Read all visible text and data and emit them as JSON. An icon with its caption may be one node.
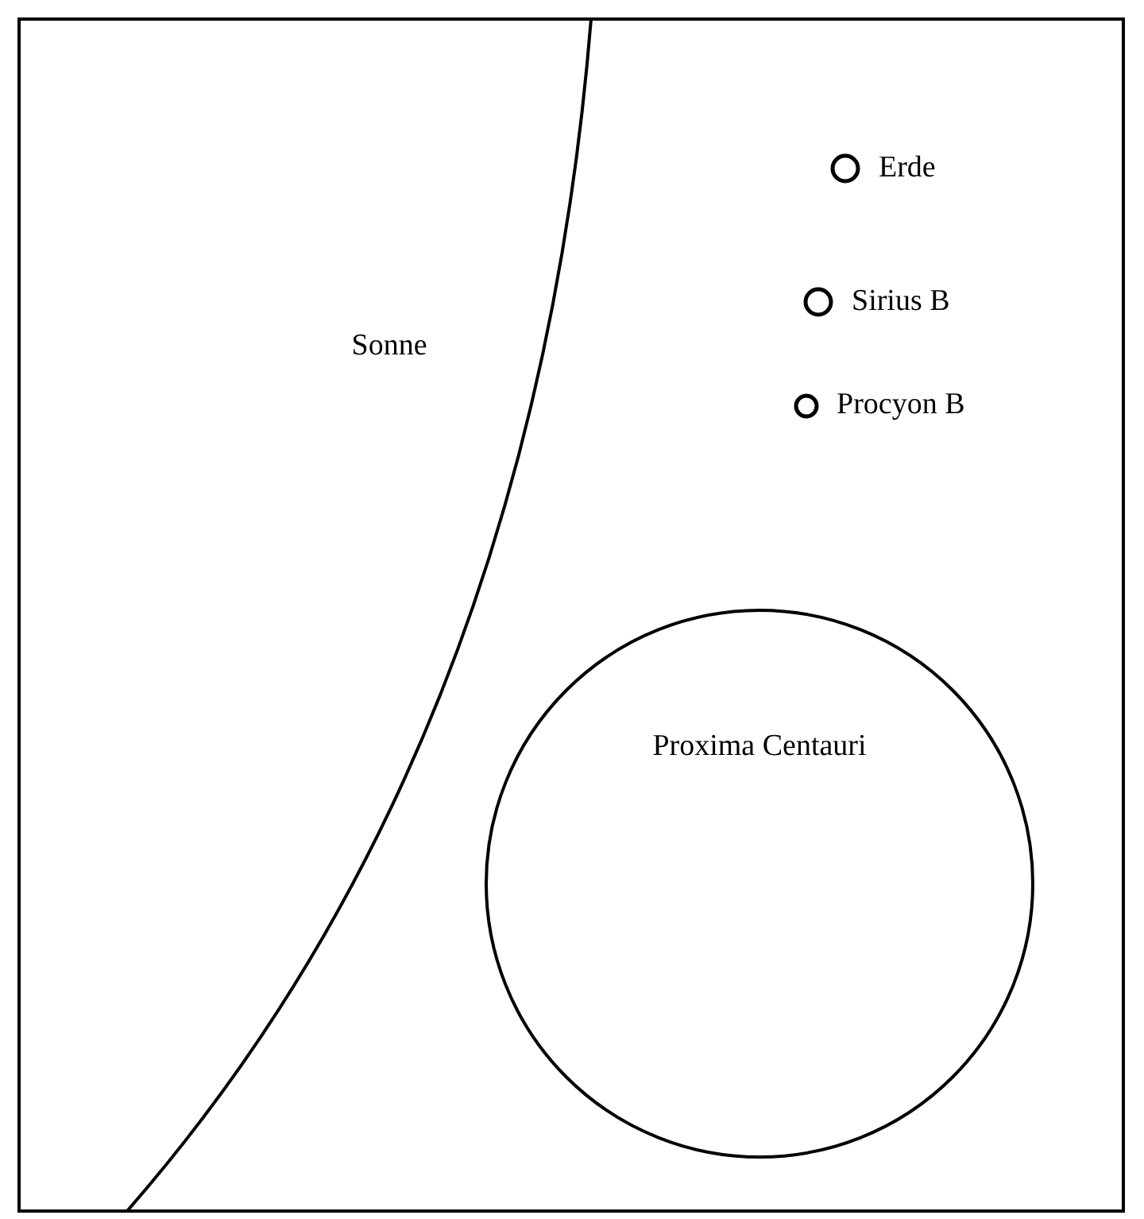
{
  "diagram": {
    "nodes": [
      {
        "text": [
          "Sonne"
        ]
      },
      {
        "text": [],
        "shape": "circle",
        "beside": [
          "Erde"
        ]
      },
      {
        "text": [],
        "shape": "circle",
        "beside": [
          "Sirius B"
        ]
      },
      {
        "text": [],
        "shape": "circle",
        "beside": [
          "Procyon B"
        ]
      },
      {
        "text": [
          "Proxima Centauri"
        ]
      }
    ]
  }
}
